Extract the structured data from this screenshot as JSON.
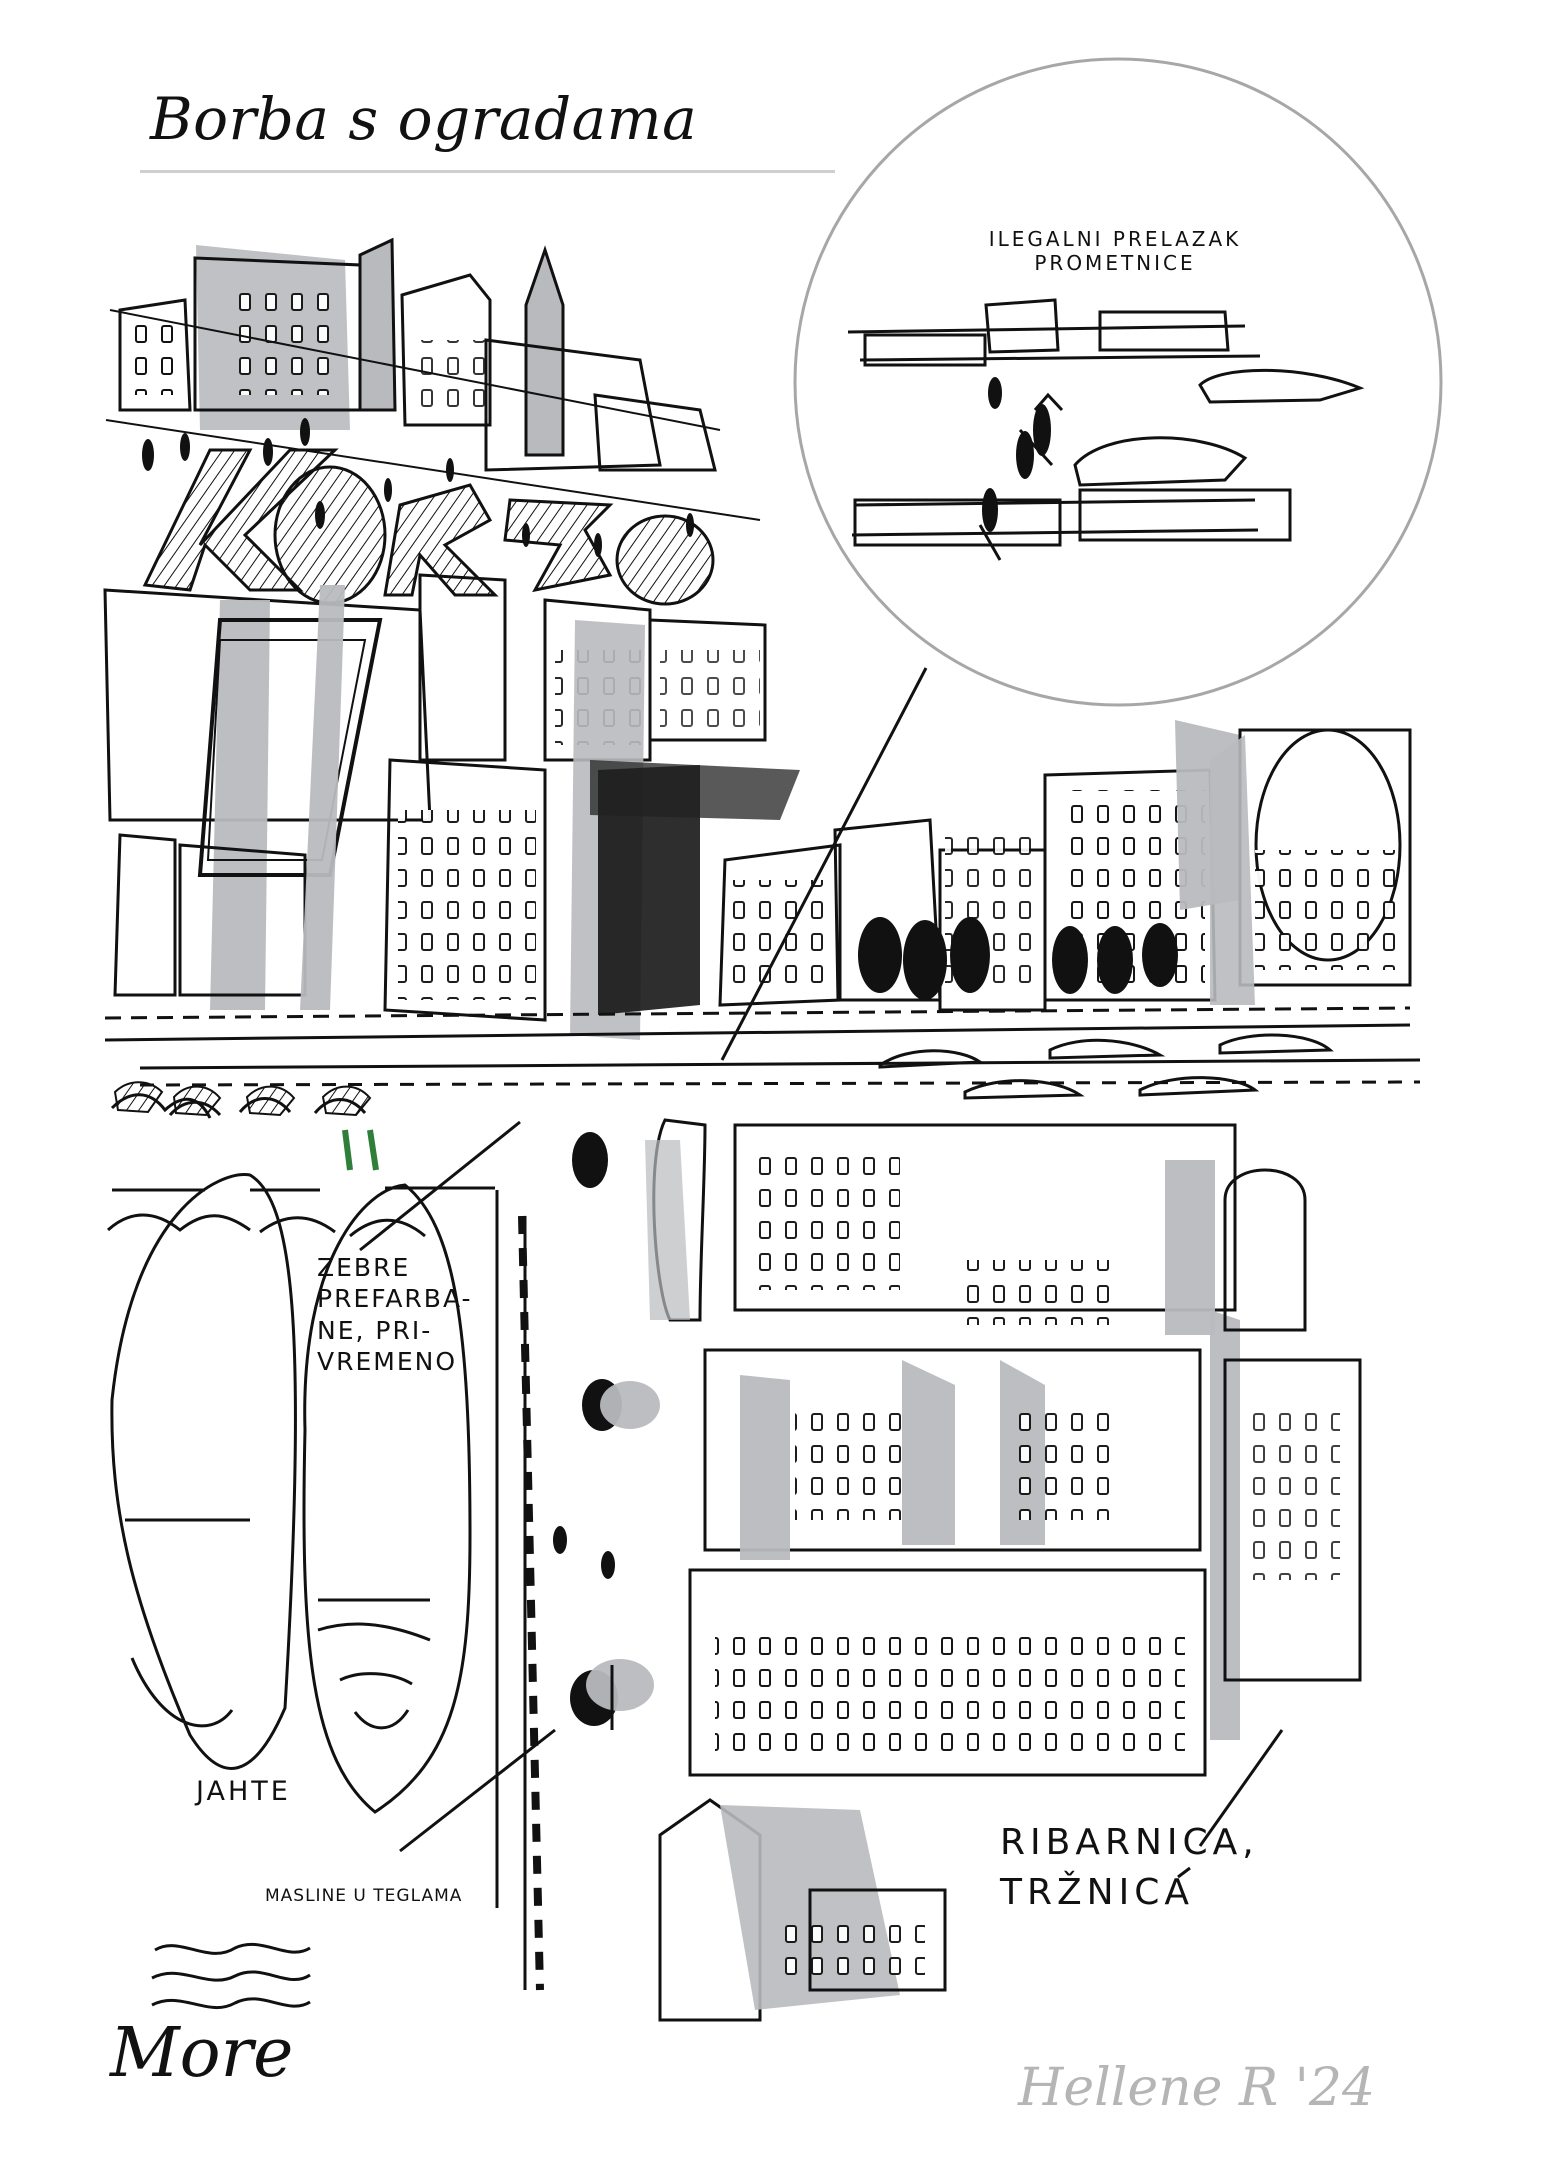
{
  "title": "Borba s ogradama",
  "sign_text": "KORZO",
  "labels": {
    "circle_caption": "ILEGALNI PRELAZAK PROMETNICE",
    "zebra_note": "ZEBRE\nPREFARBA-\nNE, PRI-\nVREMENO",
    "yachts": "JAHTE",
    "olives": "MASLINE U TEGLAMA",
    "market": "RIBARNICA,\nTRŽNICA",
    "sea": "More"
  },
  "signature": "Hellene R '24",
  "colors": {
    "ink": "#111111",
    "shade": "#b9babe",
    "circle": "#a7a7a7",
    "rule": "#cfcfcf",
    "signature": "#b5b5b5",
    "figure_accent": "#2f7f3a"
  }
}
